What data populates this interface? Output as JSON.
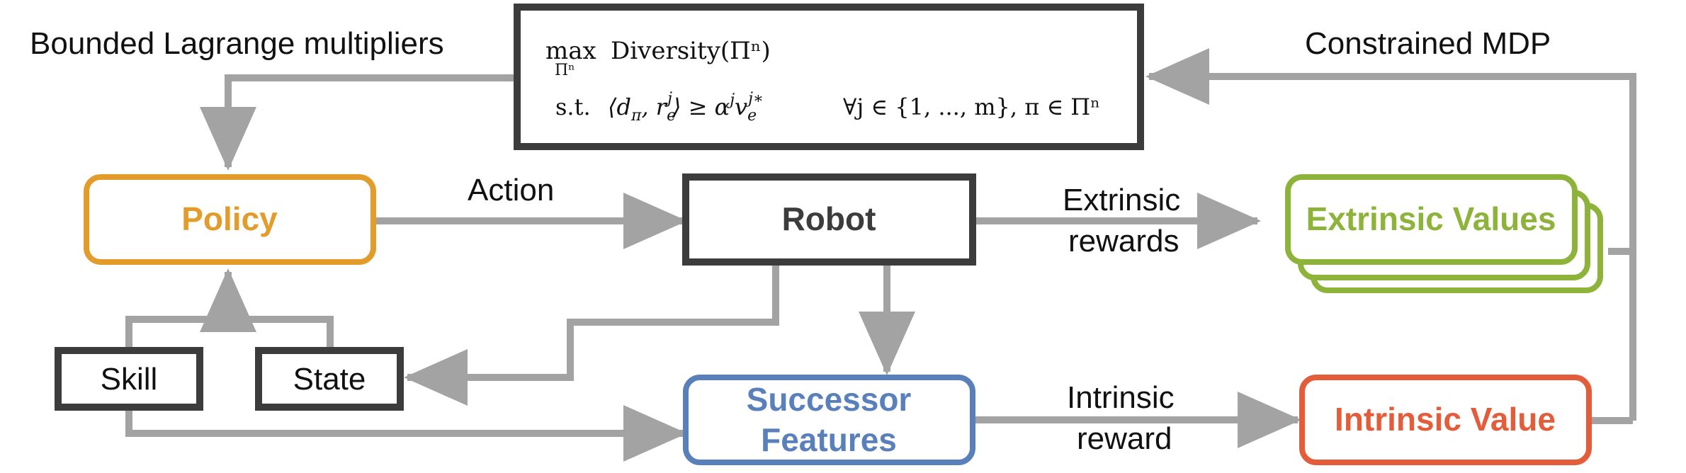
{
  "colors": {
    "arrow": "#a3a3a3",
    "dark": "#3c3c3c",
    "policy": "#e39b2a",
    "successor": "#5a80bc",
    "extrinsic": "#8db33a",
    "intrinsic": "#e45d3a"
  },
  "optimization": {
    "max_op": "max",
    "max_sub": "Πⁿ",
    "objective": "Diversity(Πⁿ)",
    "st": "s.t.",
    "constraint": "⟨d_π, r_e^j⟩ ≥ α^j v_e^{j*}",
    "forall": "∀j ∈ {1, ..., m}, π ∈ Πⁿ"
  },
  "nodes": {
    "policy": "Policy",
    "robot": "Robot",
    "extrinsic_values": "Extrinsic Values",
    "skill": "Skill",
    "state": "State",
    "successor_line1": "Successor",
    "successor_line2": "Features",
    "intrinsic_value": "Intrinsic Value"
  },
  "labels": {
    "bounded_lagrange": "Bounded Lagrange multipliers",
    "constrained_mdp": "Constrained MDP",
    "action": "Action",
    "extrinsic_rewards_1": "Extrinsic",
    "extrinsic_rewards_2": "rewards",
    "intrinsic_reward_1": "Intrinsic",
    "intrinsic_reward_2": "reward"
  }
}
